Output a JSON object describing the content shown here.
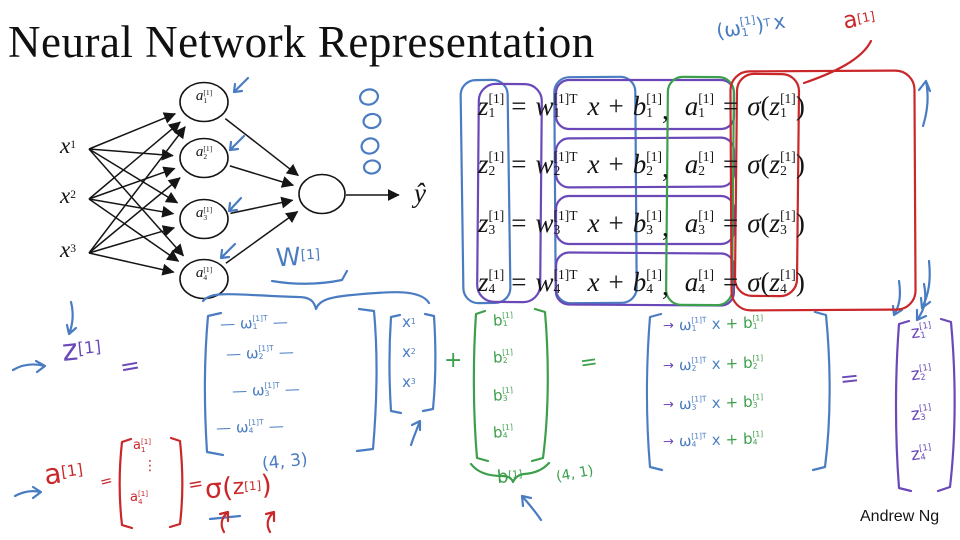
{
  "title": "Neural Network Representation",
  "author": "Andrew Ng",
  "colors": {
    "ink": "#151515",
    "blue": "#4a7cc2",
    "purple": "#6b48b8",
    "green": "#3d9e4b",
    "red": "#c9272a"
  },
  "network": {
    "inputs": [
      {
        "base": "x",
        "sub": "1"
      },
      {
        "base": "x",
        "sub": "2"
      },
      {
        "base": "x",
        "sub": "3"
      }
    ],
    "hidden_units": [
      {
        "base": "a",
        "sub": "1",
        "sup": "[1]"
      },
      {
        "base": "a",
        "sub": "2",
        "sup": "[1]"
      },
      {
        "base": "a",
        "sub": "3",
        "sup": "[1]"
      },
      {
        "base": "a",
        "sub": "4",
        "sup": "[1]"
      }
    ],
    "output_label": "ŷ"
  },
  "equations": {
    "indices": [
      "1",
      "2",
      "3",
      "4"
    ],
    "t": {
      "z": "z",
      "eq": "=",
      "w": "w",
      "sup1": "[1]",
      "sup1T": "[1]T",
      "x": "x",
      "plus": "+",
      "b": "b",
      "comma": ",",
      "a": "a",
      "sigma": "σ",
      "lp": "(",
      "rp": ")"
    }
  },
  "annotations": {
    "w_vec_label": {
      "lp": "(",
      "base": "ω",
      "sub": "1",
      "sup": "[1]",
      "rp": ")",
      "supT": "T",
      "x": "x"
    },
    "a_vec_label": {
      "base": "a",
      "sup": "[1]"
    },
    "W_label": {
      "base": "W",
      "sup": "[1]"
    },
    "z_eq": {
      "base": "z",
      "sup": "[1]",
      "eq": "="
    },
    "W_matrix": {
      "dash": "—",
      "rows": [
        {
          "base": "ω",
          "sub": "1",
          "sup": "[1]T"
        },
        {
          "base": "ω",
          "sub": "2",
          "sup": "[1]T"
        },
        {
          "base": "ω",
          "sub": "3",
          "sup": "[1]T"
        },
        {
          "base": "ω",
          "sub": "4",
          "sup": "[1]T"
        }
      ],
      "shape": "(4, 3)"
    },
    "x_vector": [
      {
        "base": "x",
        "sub": "1"
      },
      {
        "base": "x",
        "sub": "2"
      },
      {
        "base": "x",
        "sub": "3"
      }
    ],
    "plus": "+",
    "b_vector": {
      "rows": [
        {
          "base": "b",
          "sub": "1",
          "sup": "[1]"
        },
        {
          "base": "b",
          "sub": "2",
          "sup": "[1]"
        },
        {
          "base": "b",
          "sub": "3",
          "sup": "[1]"
        },
        {
          "base": "b",
          "sub": "4",
          "sup": "[1]"
        }
      ],
      "label": {
        "base": "b",
        "sup": "[1]"
      },
      "shape": "(4, 1)"
    },
    "eq_green": "=",
    "result_rows": [
      {
        "arrow": "→",
        "w": {
          "base": "ω",
          "sub": "1",
          "sup": "[1]T"
        },
        "x": "x",
        "plus": "+",
        "b": {
          "base": "b",
          "sub": "1",
          "sup": "[1]"
        }
      },
      {
        "arrow": "→",
        "w": {
          "base": "ω",
          "sub": "2",
          "sup": "[1]T"
        },
        "x": "x",
        "plus": "+",
        "b": {
          "base": "b",
          "sub": "2",
          "sup": "[1]"
        }
      },
      {
        "arrow": "→",
        "w": {
          "base": "ω",
          "sub": "3",
          "sup": "[1]T"
        },
        "x": "x",
        "plus": "+",
        "b": {
          "base": "b",
          "sub": "3",
          "sup": "[1]"
        }
      },
      {
        "arrow": "→",
        "w": {
          "base": "ω",
          "sub": "4",
          "sup": "[1]T"
        },
        "x": "x",
        "plus": "+",
        "b": {
          "base": "b",
          "sub": "4",
          "sup": "[1]"
        }
      }
    ],
    "eq_purple": "=",
    "z_vector": [
      {
        "base": "z",
        "sub": "1",
        "sup": "[1]"
      },
      {
        "base": "z",
        "sub": "2",
        "sup": "[1]"
      },
      {
        "base": "z",
        "sub": "3",
        "sup": "[1]"
      },
      {
        "base": "z",
        "sub": "4",
        "sup": "[1]"
      }
    ],
    "a_equation": {
      "arrow": "→",
      "a": {
        "base": "a",
        "sup": "[1]"
      },
      "eq": "=",
      "top": {
        "base": "a",
        "sub": "1",
        "sup": "[1]"
      },
      "dots": "⋮",
      "bottom": {
        "base": "a",
        "sub": "4",
        "sup": "[1]"
      },
      "eq2": "=",
      "sigma": "σ",
      "lp": "(",
      "z": {
        "base": "z",
        "sup": "[1]"
      },
      "rp": ")"
    }
  }
}
